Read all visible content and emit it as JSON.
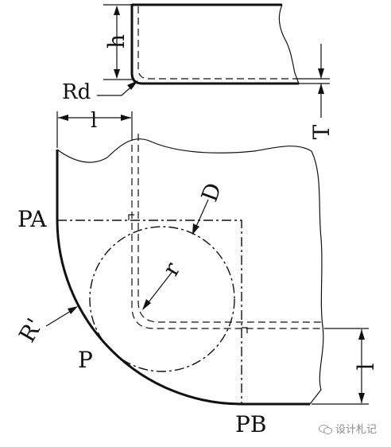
{
  "labels": {
    "h": "h",
    "rd": "Rd",
    "l_top": "l",
    "t": "T",
    "d": "D",
    "pa": "PA",
    "r": "r",
    "r_prime": "R'",
    "p": "P",
    "l_right": "l",
    "pb": "PB"
  },
  "watermark": {
    "text": "设计札记",
    "icon": "wechat-icon"
  }
}
